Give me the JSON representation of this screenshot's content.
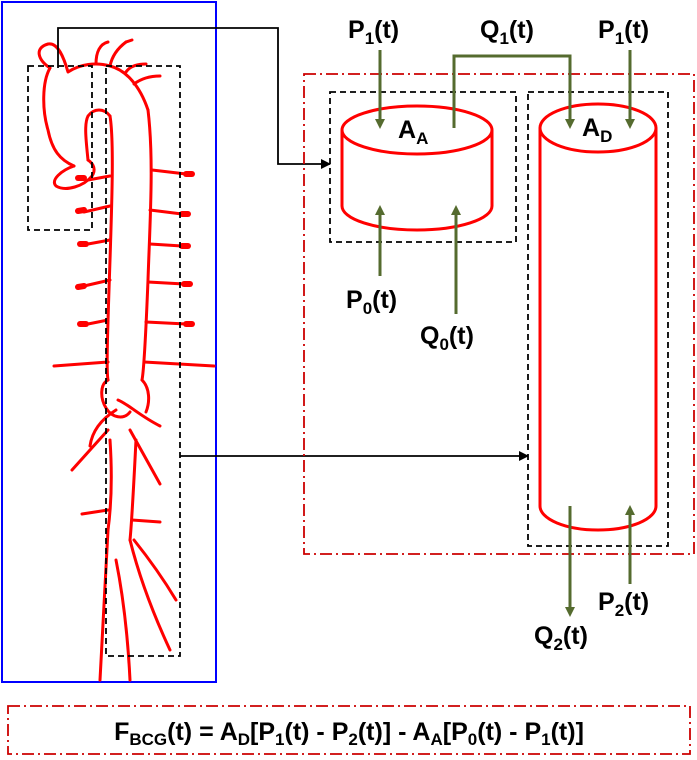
{
  "labels": {
    "p1_left": {
      "main": "P",
      "sub": "1",
      "tail": "(t)"
    },
    "q1": {
      "main": "Q",
      "sub": "1",
      "tail": "(t)"
    },
    "p1_right": {
      "main": "P",
      "sub": "1",
      "tail": "(t)"
    },
    "aa": {
      "main": "A",
      "sub": "A"
    },
    "ad": {
      "main": "A",
      "sub": "D"
    },
    "p0": {
      "main": "P",
      "sub": "0",
      "tail": "(t)"
    },
    "q0": {
      "main": "Q",
      "sub": "0",
      "tail": "(t)"
    },
    "p2": {
      "main": "P",
      "sub": "2",
      "tail": "(t)"
    },
    "q2": {
      "main": "Q",
      "sub": "2",
      "tail": "(t)"
    }
  },
  "equation": {
    "f": "F",
    "f_sub": "BCG",
    "p1": "(t) = A",
    "ad_sub": "D",
    "p2": "[P",
    "s1": "1",
    "p3": "(t) - P",
    "s2": "2",
    "p4": "(t)] - A",
    "aa_sub": "A",
    "p5": "[P",
    "s3": "0",
    "p6": "(t) - P",
    "s4": "1",
    "p7": "(t)]"
  },
  "colors": {
    "vessel": "#ff0000",
    "arrow_green": "#556b2f",
    "panel_border": "#0000ff",
    "dashdot": "#cc0000",
    "dashed": "#000000"
  }
}
